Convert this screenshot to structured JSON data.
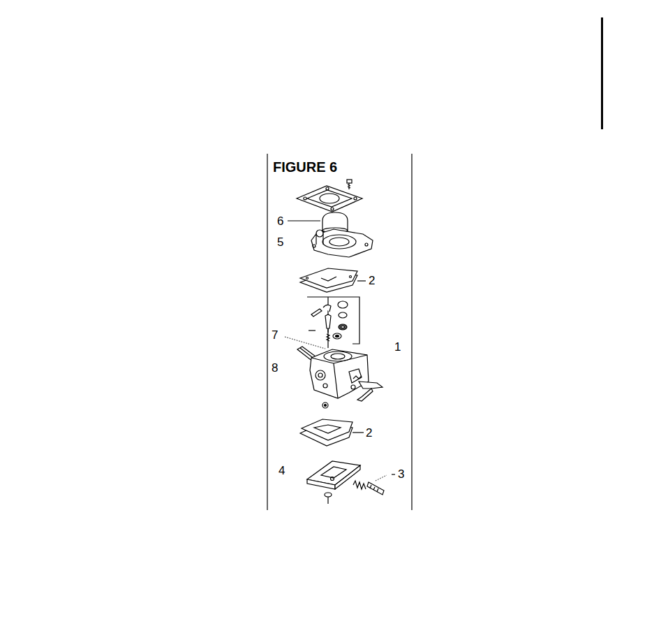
{
  "diagram": {
    "title": "FIGURE 6",
    "labels": [
      "6",
      "5",
      "2",
      "7",
      "1",
      "8",
      "2",
      "4",
      "3"
    ]
  }
}
